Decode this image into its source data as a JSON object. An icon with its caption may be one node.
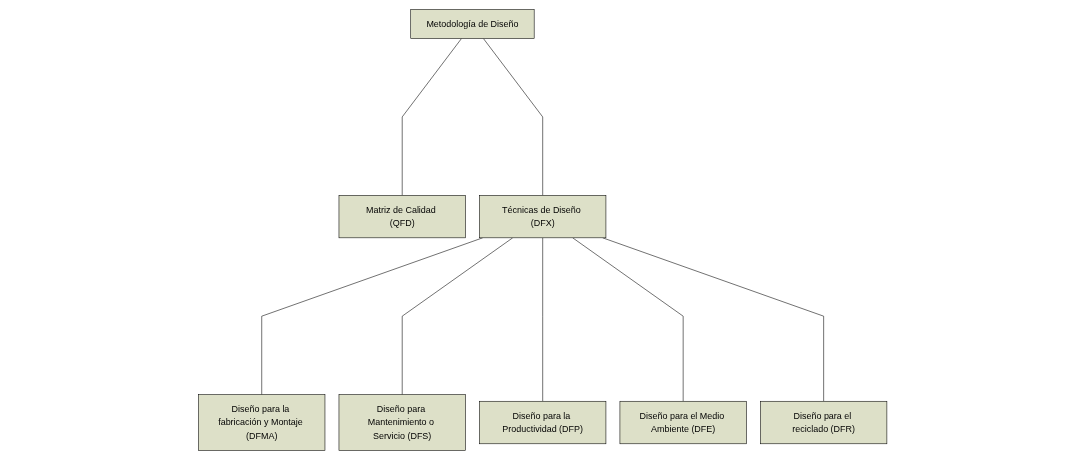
{
  "diagram": {
    "nodes": [
      {
        "text": [
          "Metodología de Diseño"
        ]
      },
      {
        "text": [
          "Matriz de Calidad (QFD)"
        ]
      },
      {
        "text": [
          "Técnicas de Diseño (DFX)"
        ]
      },
      {
        "text": [
          "Diseño para la fabricación y Montaje (DFMA)"
        ]
      },
      {
        "text": [
          "Diseño para Mantenimiento o Servicio (DFS)"
        ]
      },
      {
        "text": [
          "Diseño para la Productividad (DFP)"
        ]
      },
      {
        "text": [
          "Diseño para el Medio Ambiente (DFE)"
        ]
      },
      {
        "text": [
          "Diseño para el reciclado (DFR)"
        ]
      }
    ],
    "edges": [
      {
        "from": 0,
        "to": 1,
        "arrow": "none"
      },
      {
        "from": 0,
        "to": 2,
        "arrow": "none"
      },
      {
        "from": 2,
        "to": 3,
        "arrow": "none"
      },
      {
        "from": 2,
        "to": 4,
        "arrow": "none"
      },
      {
        "from": 2,
        "to": 5,
        "arrow": "none"
      },
      {
        "from": 2,
        "to": 6,
        "arrow": "none"
      },
      {
        "from": 2,
        "to": 7,
        "arrow": "none"
      }
    ]
  }
}
